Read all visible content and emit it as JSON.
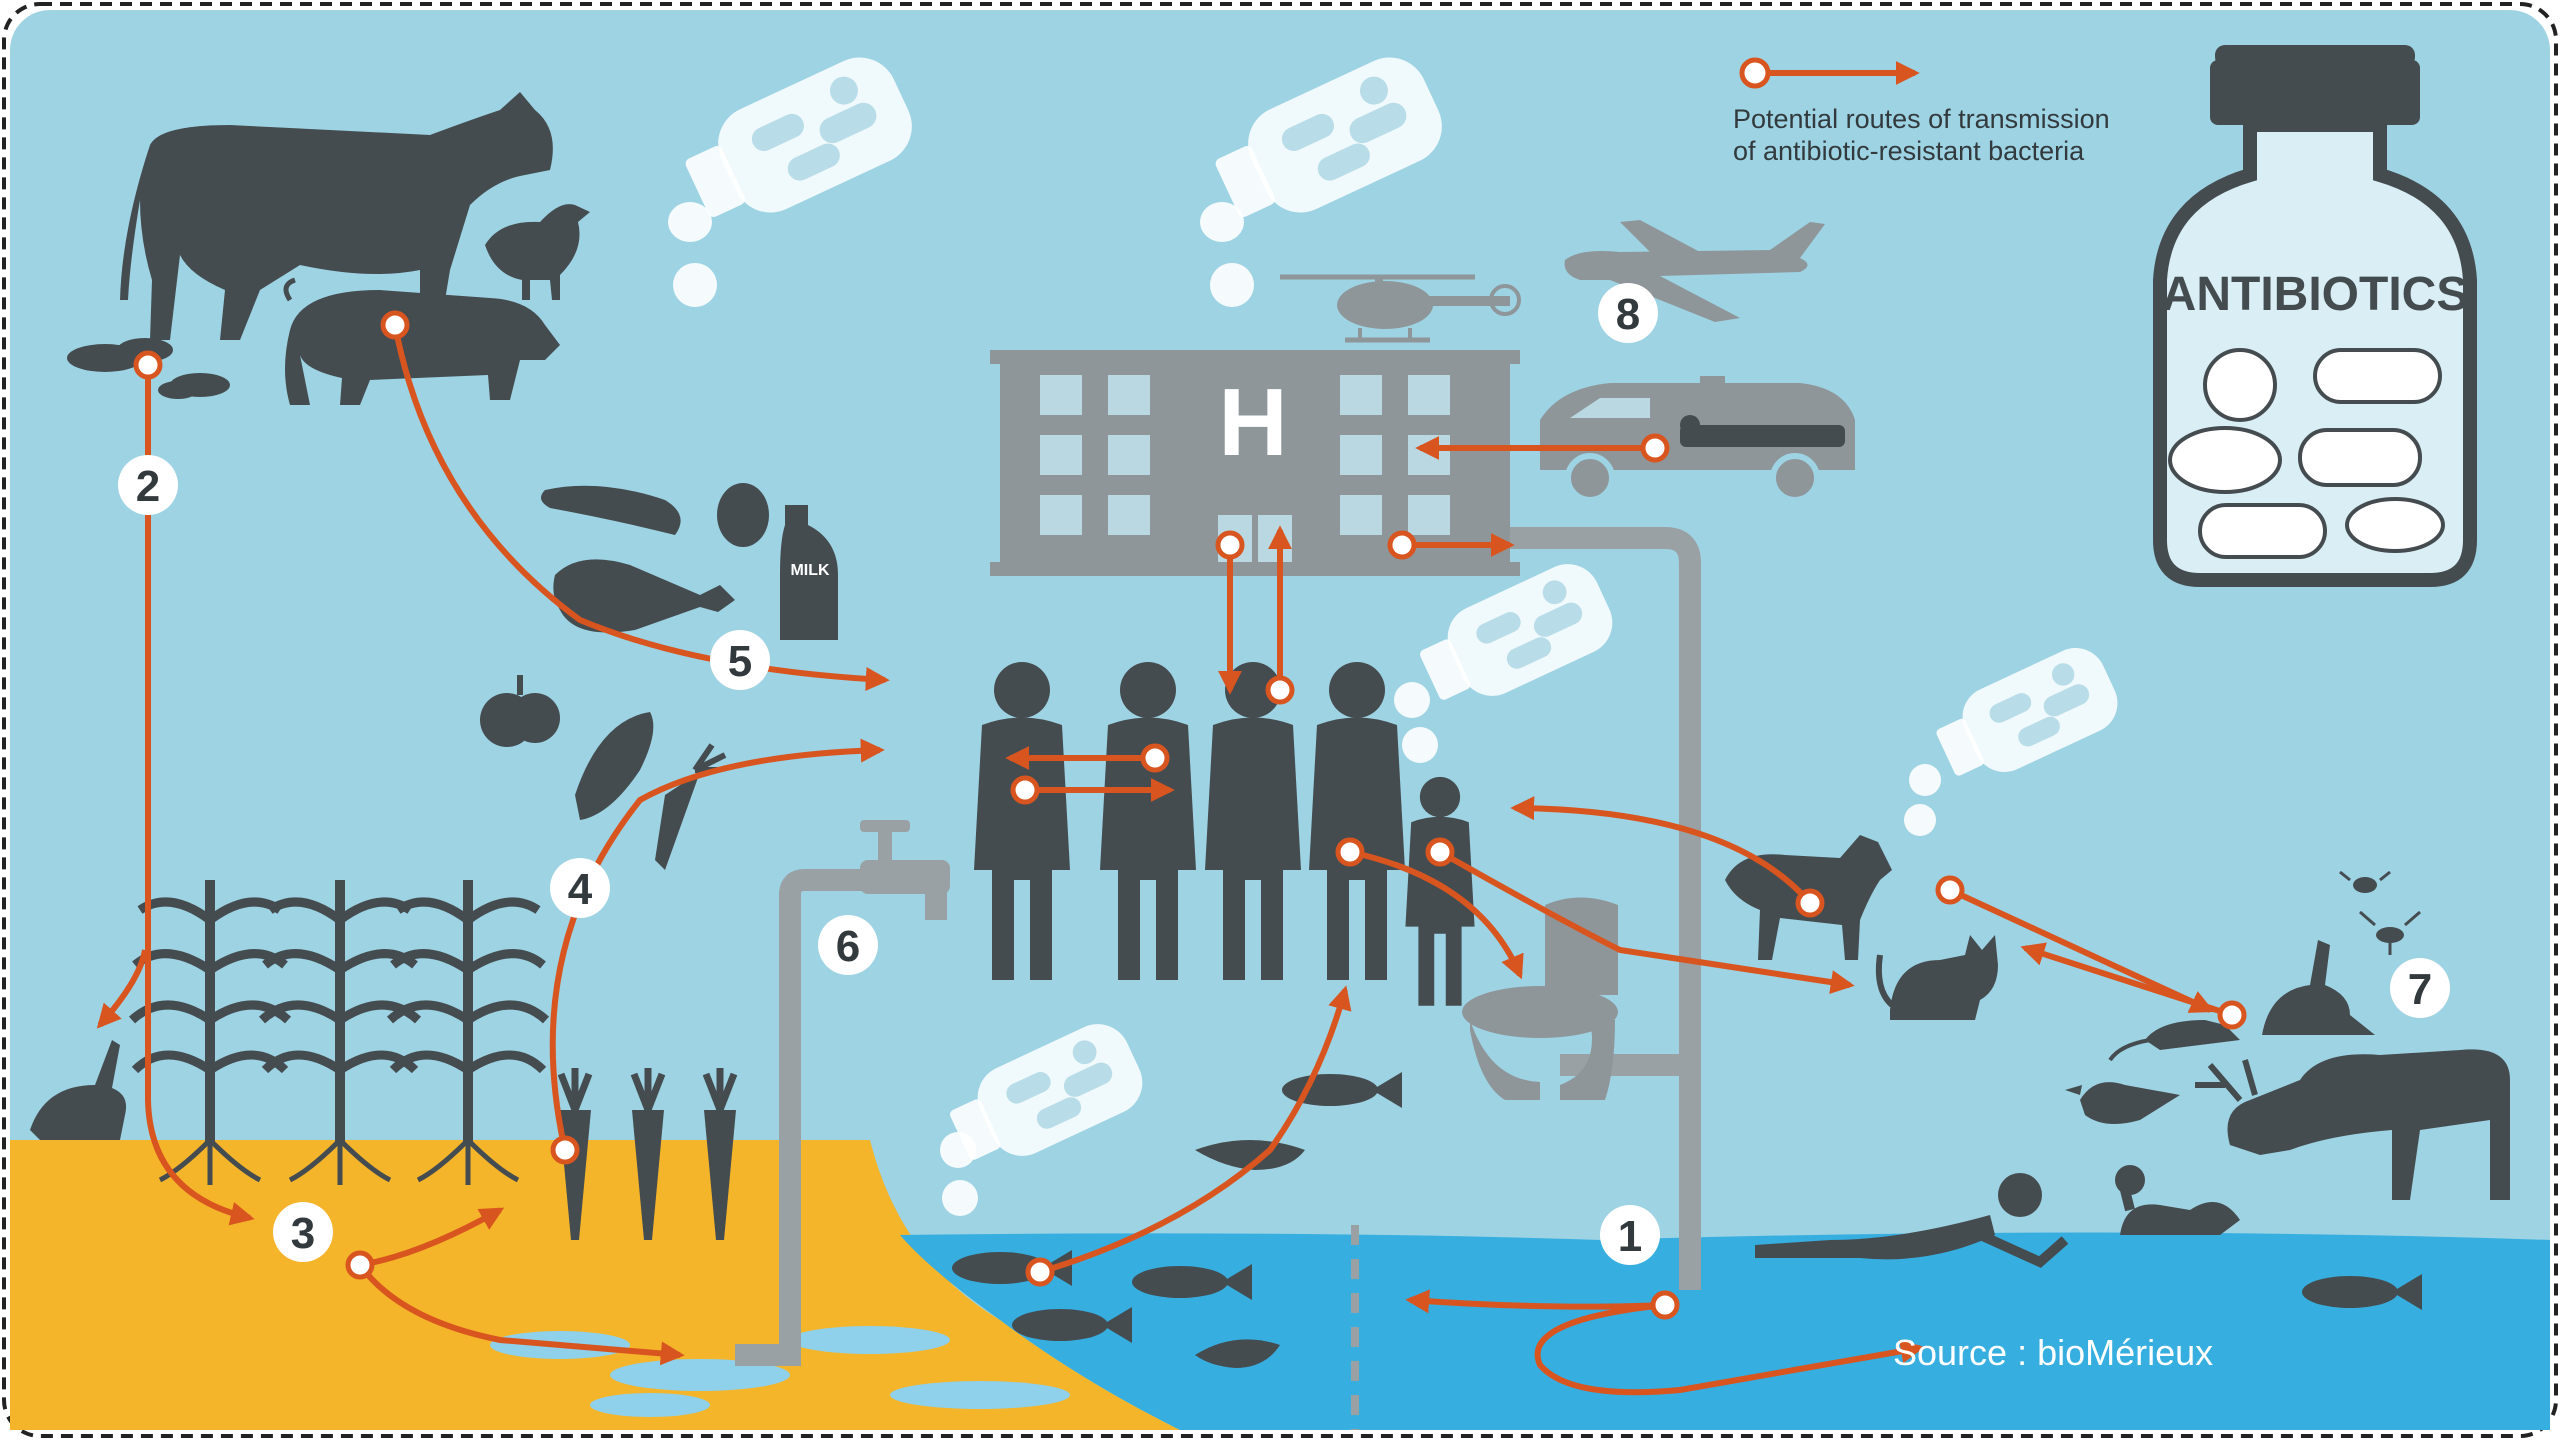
{
  "legend": {
    "line1": "Potential routes of transmission",
    "line2": "of antibiotic-resistant bacteria"
  },
  "jar_label": "ANTIBIOTICS",
  "hospital_letter": "H",
  "milk_label": "MILK",
  "source": "Source : bioMérieux",
  "route_numbers": [
    "1",
    "2",
    "3",
    "4",
    "5",
    "6",
    "7",
    "8"
  ],
  "colors": {
    "background": "#9dd3e3",
    "soil": "#f4b52b",
    "water": "#36aee0",
    "silhouette": "#454c50",
    "hospital": "#8f9699",
    "pipe": "#9aa1a4",
    "arrow": "#d9551f",
    "pill_bottle": "#ffffff"
  }
}
